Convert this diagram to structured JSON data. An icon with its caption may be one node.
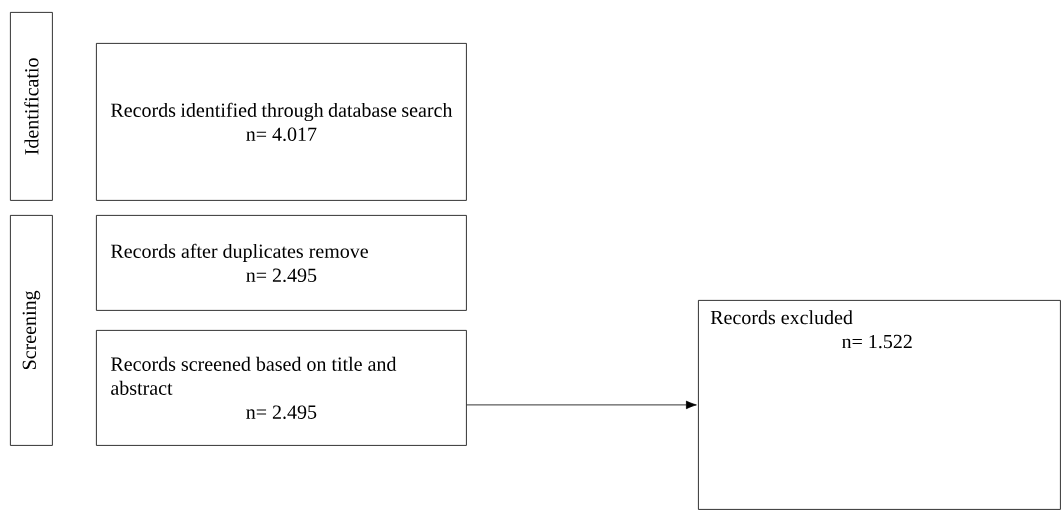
{
  "diagram": {
    "nodes": [
      {
        "text": [
          "Identificatio"
        ]
      },
      {
        "text": [
          "Records identified through database search",
          "n= 4.017"
        ]
      },
      {
        "text": [
          "Screening"
        ]
      },
      {
        "text": [
          "Records after duplicates remove",
          "n= 2.495"
        ]
      },
      {
        "text": [
          "Records screened based on title and abstract",
          "n= 2.495"
        ]
      },
      {
        "text": [
          "Records excluded",
          "n= 1.522"
        ]
      }
    ],
    "edges": [
      {
        "from": 4,
        "to": 5,
        "arrow": "to"
      }
    ]
  }
}
